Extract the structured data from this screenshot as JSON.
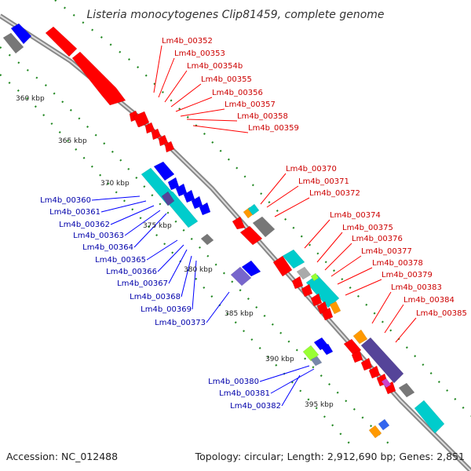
{
  "title": "Listeria monocytogenes Clip81459, complete genome",
  "accession": "Accession: NC_012488",
  "topology": "Topology: circular; Length: 2,912,690 bp; Genes: 2,851",
  "colors": {
    "forward": "#ff0000",
    "reverse": "#0000ff",
    "cyan": "#00cccc",
    "gray": "#777777",
    "orange": "#ff9900",
    "slate": "#554499",
    "lime": "#99ff33",
    "backbone": "#999999",
    "tick": "#228822"
  },
  "kbp_ticks": [
    "360 kbp",
    "365 kbp",
    "370 kbp",
    "375 kbp",
    "380 kbp",
    "385 kbp",
    "390 kbp",
    "395 kbp"
  ],
  "forward_labels": [
    "Lm4b_00352",
    "Lm4b_00353",
    "Lm4b_00354b",
    "Lm4b_00355",
    "Lm4b_00356",
    "Lm4b_00357",
    "Lm4b_00358",
    "Lm4b_00359",
    "Lm4b_00370",
    "Lm4b_00371",
    "Lm4b_00372",
    "Lm4b_00374",
    "Lm4b_00375",
    "Lm4b_00376",
    "Lm4b_00377",
    "Lm4b_00378",
    "Lm4b_00379",
    "Lm4b_00383",
    "Lm4b_00384",
    "Lm4b_00385"
  ],
  "reverse_labels": [
    "Lm4b_00360",
    "Lm4b_00361",
    "Lm4b_00362",
    "Lm4b_00363",
    "Lm4b_00364",
    "Lm4b_00365",
    "Lm4b_00366",
    "Lm4b_00367",
    "Lm4b_00368",
    "Lm4b_00369",
    "Lm4b_00373",
    "Lm4b_00380",
    "Lm4b_00381",
    "Lm4b_00382"
  ]
}
